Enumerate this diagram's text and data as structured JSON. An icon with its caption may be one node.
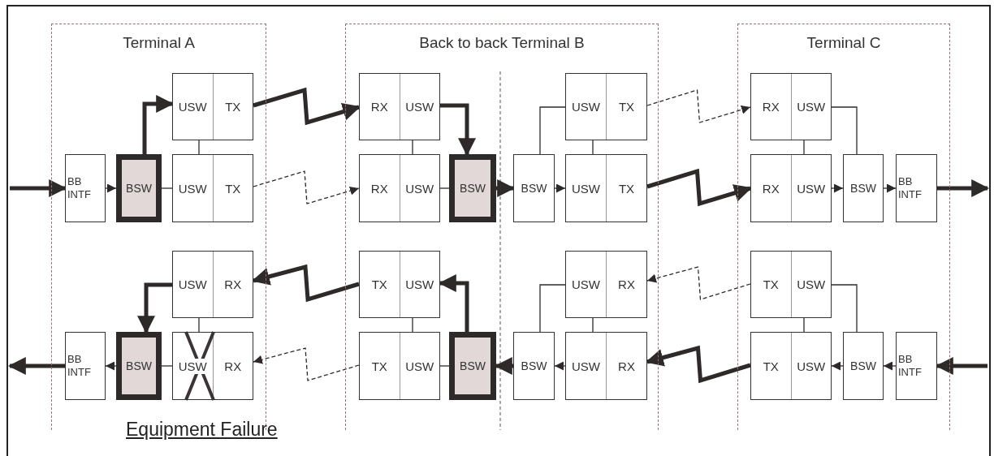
{
  "diagram": {
    "nodes": [
      {
        "text": [
          "Terminal A"
        ]
      },
      {
        "text": [
          "Back to back Terminal B"
        ]
      },
      {
        "text": [
          "Terminal C"
        ]
      },
      {
        "text": [
          "USW",
          "TX"
        ],
        "in": 0
      },
      {
        "text": [
          "RX",
          "USW"
        ],
        "in": 1
      },
      {
        "text": [
          "USW",
          "TX"
        ],
        "in": 1
      },
      {
        "text": [
          "RX",
          "USW"
        ],
        "in": 2
      },
      {
        "text": [
          "BB INTF"
        ],
        "in": 0
      },
      {
        "text": [
          "BSW"
        ],
        "in": 0
      },
      {
        "text": [
          "USW",
          "TX"
        ],
        "in": 0
      },
      {
        "text": [
          "RX",
          "USW"
        ],
        "in": 1
      },
      {
        "text": [
          "BSW"
        ],
        "in": 1
      },
      {
        "text": [
          "BSW"
        ],
        "in": 1
      },
      {
        "text": [
          "USW",
          "TX"
        ],
        "in": 1
      },
      {
        "text": [
          "RX",
          "USW"
        ],
        "in": 2
      },
      {
        "text": [
          "BSW"
        ],
        "in": 2
      },
      {
        "text": [
          "BB INTF"
        ],
        "in": 2
      },
      {
        "text": [
          "USW",
          "RX"
        ],
        "in": 0
      },
      {
        "text": [
          "TX",
          "USW"
        ],
        "in": 1
      },
      {
        "text": [
          "USW",
          "RX"
        ],
        "in": 1
      },
      {
        "text": [
          "TX",
          "USW"
        ],
        "in": 2
      },
      {
        "text": [
          "BB INTF"
        ],
        "in": 0
      },
      {
        "text": [
          "BSW"
        ],
        "in": 0
      },
      {
        "text": [
          "USW",
          "RX"
        ],
        "in": 0
      },
      {
        "text": [
          "TX",
          "USW"
        ],
        "in": 1
      },
      {
        "text": [
          "BSW"
        ],
        "in": 1
      },
      {
        "text": [
          "BSW"
        ],
        "in": 1
      },
      {
        "text": [
          "USW",
          "RX"
        ],
        "in": 1
      },
      {
        "text": [
          "TX",
          "USW"
        ],
        "in": 2
      },
      {
        "text": [
          "BSW"
        ],
        "in": 2
      },
      {
        "text": [
          "BB INTF"
        ],
        "in": 2
      }
    ],
    "edges": [
      {
        "from": null,
        "to": 7,
        "arrow": "to",
        "style": "thick"
      },
      {
        "from": 7,
        "to": 8,
        "arrow": "to"
      },
      {
        "from": 8,
        "to": 3,
        "arrow": "to",
        "style": "thick"
      },
      {
        "from": 8,
        "to": 9,
        "arrow": "none"
      },
      {
        "from": 3,
        "to": 9,
        "arrow": "none"
      },
      {
        "from": 3,
        "to": 4,
        "arrow": "to",
        "style": "thick"
      },
      {
        "from": 9,
        "to": 10,
        "arrow": "to",
        "style": "dashed"
      },
      {
        "from": 4,
        "to": 11,
        "arrow": "to",
        "style": "thick"
      },
      {
        "from": 10,
        "to": 11,
        "arrow": "none"
      },
      {
        "from": 4,
        "to": 10,
        "arrow": "none"
      },
      {
        "from": 11,
        "to": 12,
        "arrow": "to",
        "style": "thick"
      },
      {
        "from": 12,
        "to": 5,
        "arrow": "none"
      },
      {
        "from": 12,
        "to": 13,
        "arrow": "to"
      },
      {
        "from": 5,
        "to": 13,
        "arrow": "none"
      },
      {
        "from": 5,
        "to": 6,
        "arrow": "to",
        "style": "dashed"
      },
      {
        "from": 13,
        "to": 14,
        "arrow": "to",
        "style": "thick"
      },
      {
        "from": 6,
        "to": 14,
        "arrow": "none"
      },
      {
        "from": 6,
        "to": 15,
        "arrow": "none"
      },
      {
        "from": 14,
        "to": 15,
        "arrow": "to"
      },
      {
        "from": 15,
        "to": 16,
        "arrow": "to"
      },
      {
        "from": 16,
        "to": null,
        "arrow": "to",
        "style": "thick"
      },
      {
        "from": null,
        "to": 30,
        "arrow": "to",
        "style": "thick"
      },
      {
        "from": 30,
        "to": 29,
        "arrow": "to"
      },
      {
        "from": 29,
        "to": 28,
        "arrow": "to"
      },
      {
        "from": 29,
        "to": 20,
        "arrow": "none"
      },
      {
        "from": 20,
        "to": 28,
        "arrow": "none"
      },
      {
        "from": 28,
        "to": 27,
        "arrow": "to",
        "style": "thick"
      },
      {
        "from": 20,
        "to": 19,
        "arrow": "to",
        "style": "dashed"
      },
      {
        "from": 19,
        "to": 27,
        "arrow": "none"
      },
      {
        "from": 27,
        "to": 26,
        "arrow": "to"
      },
      {
        "from": 19,
        "to": 26,
        "arrow": "none"
      },
      {
        "from": 26,
        "to": 25,
        "arrow": "to",
        "style": "thick"
      },
      {
        "from": 25,
        "to": 18,
        "arrow": "to",
        "style": "thick"
      },
      {
        "from": 25,
        "to": 24,
        "arrow": "none"
      },
      {
        "from": 18,
        "to": 24,
        "arrow": "none"
      },
      {
        "from": 18,
        "to": 17,
        "arrow": "to",
        "style": "thick"
      },
      {
        "from": 24,
        "to": 23,
        "arrow": "to",
        "style": "dashed"
      },
      {
        "from": 17,
        "to": 23,
        "arrow": "none"
      },
      {
        "from": 17,
        "to": 22,
        "arrow": "to",
        "style": "thick"
      },
      {
        "from": 23,
        "to": 22,
        "arrow": "none"
      },
      {
        "from": 22,
        "to": 21,
        "arrow": "to"
      },
      {
        "from": 21,
        "to": null,
        "arrow": "to",
        "style": "thick"
      }
    ],
    "labels": [
      "Equipment Failure"
    ]
  }
}
